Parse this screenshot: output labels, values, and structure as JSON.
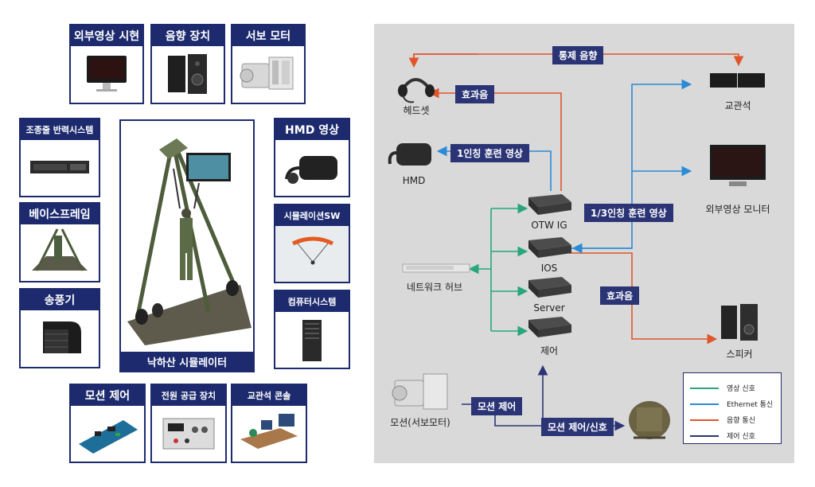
{
  "components": {
    "external_display": "외부영상 시현",
    "audio_device": "음향 장치",
    "servo_motor": "서보 모터",
    "control_force_feedback": "조종줄 반력시스템",
    "hmd_image": "HMD 영상",
    "base_frame": "베이스프레임",
    "simulation_sw": "시뮬레이션SW",
    "blower": "송풍기",
    "computer_system": "컴퓨터시스템",
    "parachute_simulator": "낙하산 시뮬레이터",
    "motion_control": "모션 제어",
    "power_supply": "전원 공급 장치",
    "instructor_console": "교관석 콘솔"
  },
  "diagram": {
    "nodes": {
      "headset": "헤드셋",
      "hmd": "HMD",
      "otw_ig": "OTW IG",
      "ios": "IOS",
      "server": "Server",
      "control": "제어",
      "network_hub": "네트워크 허브",
      "instructor": "교관석",
      "external_monitor": "외부영상 모니터",
      "speaker": "스피커",
      "motion_servo": "모션(서보모터)"
    },
    "signals": {
      "control_audio": "통제 음향",
      "sfx_top": "효과음",
      "first_person": "1인칭 훈련 영상",
      "third_person": "1/3인칭 훈련 영상",
      "sfx_bottom": "효과음",
      "motion_control": "모션 제어",
      "motion_control_signal": "모션 제어/신호"
    },
    "legend": [
      {
        "label": "영상 신호",
        "color": "#27a77a"
      },
      {
        "label": "Ethernet 통신",
        "color": "#2a8bd6"
      },
      {
        "label": "음향 통신",
        "color": "#e0552b"
      },
      {
        "label": "제어 신호",
        "color": "#2b3575"
      }
    ]
  }
}
